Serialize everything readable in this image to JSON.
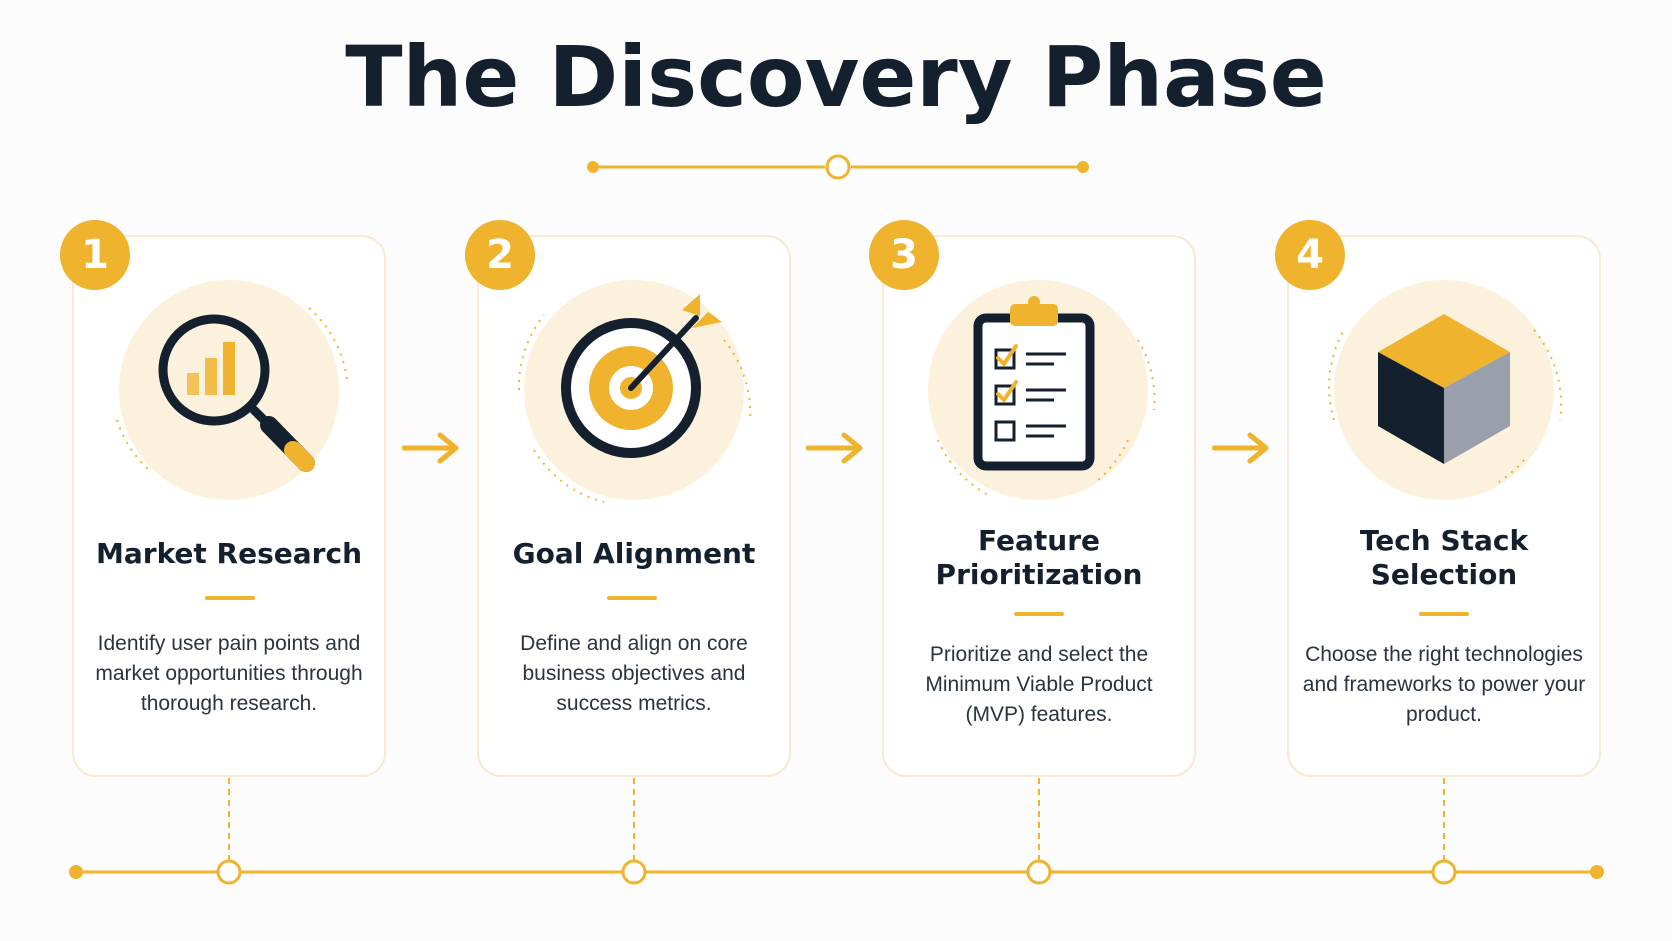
{
  "title": "The Discovery Phase",
  "colors": {
    "accent": "#efb32e",
    "accent_light": "#fbf1dc",
    "dark": "#15202e",
    "grey": "#9aa0ab"
  },
  "steps": [
    {
      "number": "1",
      "title": "Market Research",
      "description": "Identify user pain points and market opportunities through thorough research.",
      "icon": "magnifying-glass-chart-icon"
    },
    {
      "number": "2",
      "title": "Goal Alignment",
      "description": "Define and align on core business objectives and success metrics.",
      "icon": "target-arrow-icon"
    },
    {
      "number": "3",
      "title": "Feature Prioritization",
      "description": "Prioritize and select the Minimum Viable Product (MVP) features.",
      "icon": "clipboard-checklist-icon"
    },
    {
      "number": "4",
      "title": "Tech Stack Selection",
      "description": "Choose the right technologies and frameworks to power your product.",
      "icon": "cube-icon"
    }
  ]
}
